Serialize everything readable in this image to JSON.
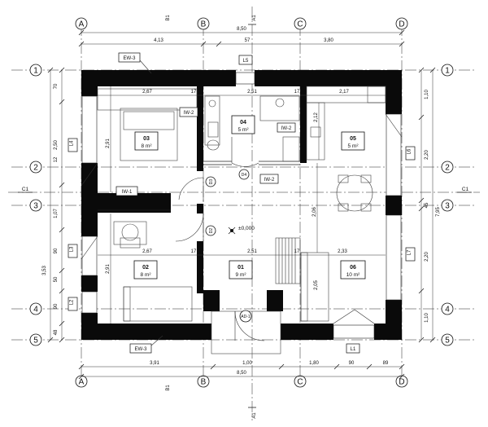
{
  "axes": {
    "letters": [
      "A",
      "B",
      "C",
      "D"
    ],
    "numbers": [
      "1",
      "2",
      "3",
      "4",
      "5"
    ]
  },
  "sections": {
    "b1": "B1",
    "a1": "A1",
    "c1": "C1"
  },
  "dimensions": {
    "top_total": "8,50",
    "top_a_b": "4,13",
    "top_mid": "57",
    "top_c_d": "3,80",
    "bottom_a_b": "3,91",
    "bottom_b_c": "1,00",
    "bottom_c_mid": "1,80",
    "bottom_mid2": "90",
    "bottom_end": "89",
    "bottom_total": "8,50",
    "left_1": "70",
    "left_2": "2,50",
    "left_3": "12",
    "left_4": "1,07",
    "left_5": "90",
    "left_6": "3,53",
    "left_7": "50",
    "left_8": "90",
    "left_9": "48",
    "right_1": "1,10",
    "right_2": "2,20",
    "right_3": "45",
    "right_4": "7,95",
    "right_5": "2,20",
    "right_6": "1,10",
    "r03_w": "2,67",
    "r03_gap": "17",
    "r04_w": "2,51",
    "r04_gap": "17",
    "r05_w": "2,17",
    "r03_h": "2,91",
    "r05_h": "2,12",
    "r06_h1": "2,06",
    "r02_w": "2,67",
    "r02_gap": "17",
    "r01_w": "2,51",
    "r01_gap": "17",
    "r06_w": "2,33",
    "r02_h": "2,91",
    "r06_h2": "2,05"
  },
  "rooms": [
    {
      "number": "03",
      "area": "8 m²"
    },
    {
      "number": "04",
      "area": "5 m²"
    },
    {
      "number": "05",
      "area": "5 m²"
    },
    {
      "number": "02",
      "area": "8 m²"
    },
    {
      "number": "01",
      "area": "9 m²"
    },
    {
      "number": "06",
      "area": "10 m²"
    }
  ],
  "wall_tags": {
    "ew3_top": "EW-3",
    "ew3_bottom": "EW-3",
    "iw1": "IW-1",
    "iw2_a": "IW-2",
    "iw2_b": "IW-2",
    "iw2_c": "IW-2"
  },
  "window_tags": {
    "l5": "L5",
    "l4": "L4",
    "l3": "L3",
    "l2": "L2",
    "l6": "L6",
    "l7": "L7",
    "l1": "L1"
  },
  "doors": {
    "d3": "D3",
    "d4": "D4",
    "d2": "D2",
    "ad1": "AD-1"
  },
  "level": "±0,000"
}
